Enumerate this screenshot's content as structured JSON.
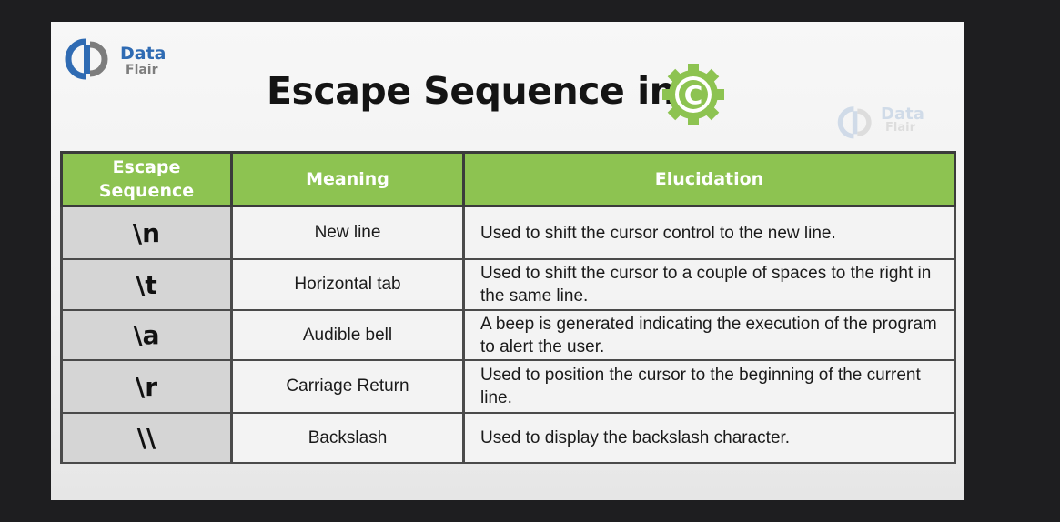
{
  "logo": {
    "line1": "Data",
    "line2": "Flair",
    "icon": "dataflair-logo-icon"
  },
  "title": "Escape Sequence in",
  "title_icon": {
    "letter": "C",
    "icon": "c-gear-logo-icon",
    "color": "#8dc351"
  },
  "watermark": {
    "line1": "Data",
    "line2": "Flair"
  },
  "table": {
    "headers": [
      "Escape Sequence",
      "Meaning",
      "Elucidation"
    ],
    "rows": [
      {
        "sequence": "\\n",
        "meaning": "New line",
        "elucidation": "Used to shift the cursor control to the new line."
      },
      {
        "sequence": "\\t",
        "meaning": "Horizontal tab",
        "elucidation": "Used to shift the cursor to a couple of spaces to the right in the same line."
      },
      {
        "sequence": "\\a",
        "meaning": "Audible bell",
        "elucidation": "A beep is generated indicating the execution of the program to alert the user."
      },
      {
        "sequence": "\\r",
        "meaning": "Carriage Return",
        "elucidation": "Used to position the cursor to the beginning of the current line."
      },
      {
        "sequence": "\\\\",
        "meaning": "Backslash",
        "elucidation": "Used to display the backslash character."
      }
    ]
  },
  "colors": {
    "header_green": "#8dc351",
    "brand_blue": "#2f6bb3",
    "page_background": "#1e1e20"
  }
}
